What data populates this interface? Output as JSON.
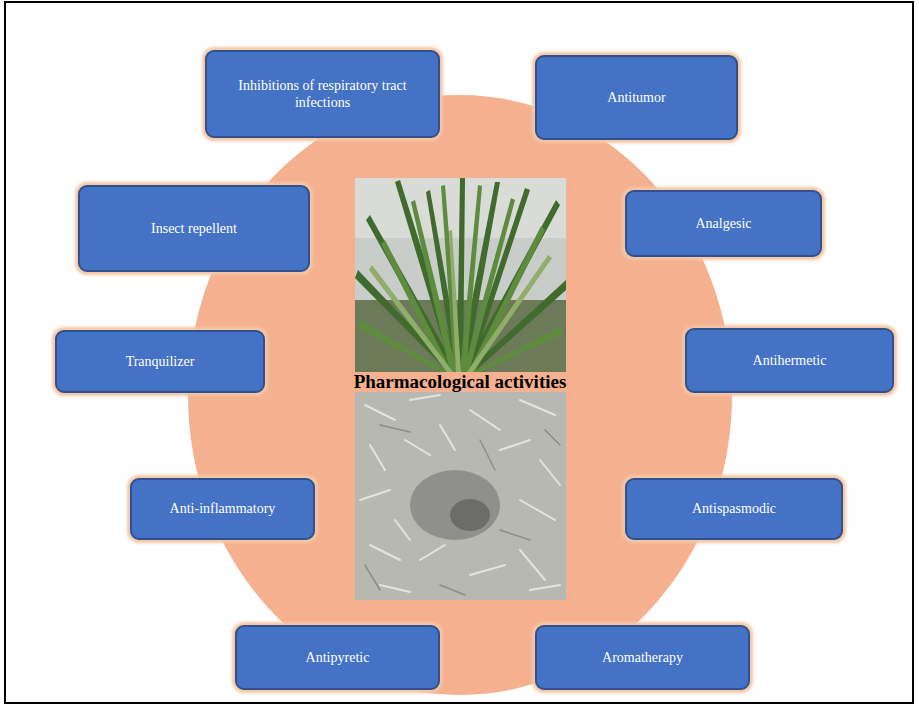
{
  "diagram": {
    "title": "Pharmacological activities",
    "nodes": [
      {
        "text": [
          "Inhibitions of respiratory tract infections"
        ]
      },
      {
        "text": [
          "Antitumor"
        ]
      },
      {
        "text": [
          "Insect repellent"
        ]
      },
      {
        "text": [
          "Analgesic"
        ]
      },
      {
        "text": [
          "Tranquilizer"
        ]
      },
      {
        "text": [
          "Antihermetic"
        ]
      },
      {
        "text": [
          "Anti-inflammatory"
        ]
      },
      {
        "text": [
          "Antispasmodic"
        ]
      },
      {
        "text": [
          "Antipyretic"
        ]
      },
      {
        "text": [
          "Aromatherapy"
        ]
      }
    ]
  }
}
